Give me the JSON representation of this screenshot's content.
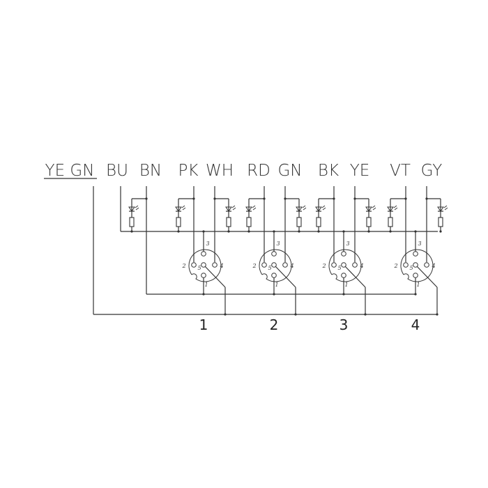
{
  "wire_labels": {
    "earth": "YE GN",
    "common": [
      "BU",
      "BN"
    ],
    "pairs": [
      [
        "PK",
        "WH"
      ],
      [
        "RD",
        "GN"
      ],
      [
        "BK",
        "YE"
      ],
      [
        "VT",
        "GY"
      ]
    ]
  },
  "connectors": [
    {
      "number": "1"
    },
    {
      "number": "2"
    },
    {
      "number": "3"
    },
    {
      "number": "4"
    }
  ],
  "pin_labels": {
    "top": "3",
    "left": "2",
    "center": "5",
    "right": "4",
    "bottom": "1"
  },
  "colors": {
    "line": "#333333",
    "background": "#ffffff"
  }
}
